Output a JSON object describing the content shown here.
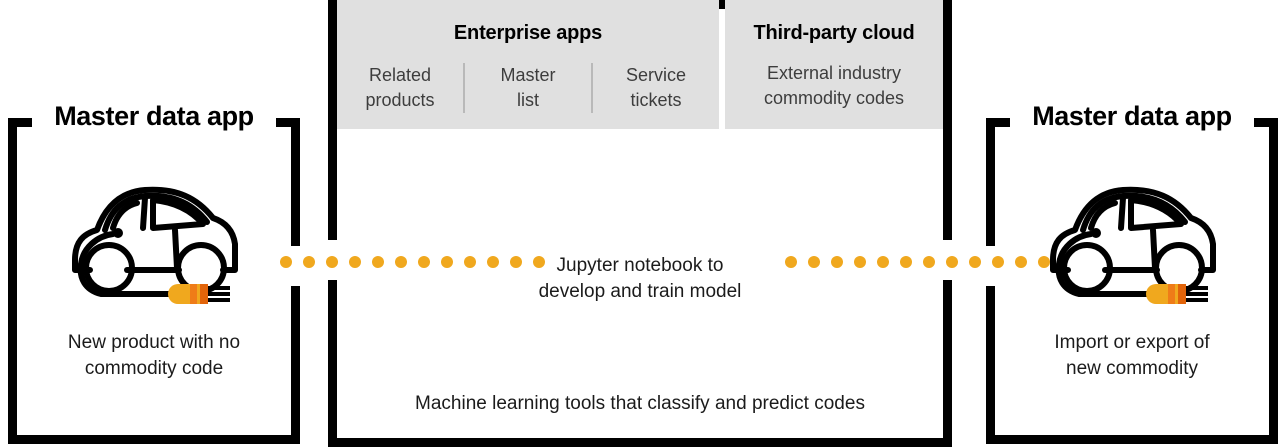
{
  "diagram": {
    "accent_color": "#f0a81e",
    "panel_gray": "#e0e0e0",
    "line_color": "#000000"
  },
  "left_panel": {
    "title": "Master data app",
    "caption": "New product with no\ncommodity code",
    "caption_line1": "New product with no",
    "caption_line2": "commodity code",
    "icon": "electric-car-icon"
  },
  "right_panel": {
    "title": "Master data app",
    "caption_line1": "Import or export of",
    "caption_line2": "new commodity",
    "icon": "electric-car-icon"
  },
  "center": {
    "enterprise": {
      "title": "Enterprise apps",
      "columns": [
        {
          "line1": "Related",
          "line2": "products"
        },
        {
          "line1": "Master",
          "line2": "list"
        },
        {
          "line1": "Service",
          "line2": "tickets"
        }
      ]
    },
    "cloud": {
      "title": "Third-party cloud",
      "line1": "External industry",
      "line2": "commodity codes"
    },
    "note_line1": "Jupyter notebook to",
    "note_line2": "develop and train model",
    "footer": "Machine learning tools that classify and predict codes"
  },
  "connectors": {
    "left_dots": 12,
    "right_dots": 12
  }
}
